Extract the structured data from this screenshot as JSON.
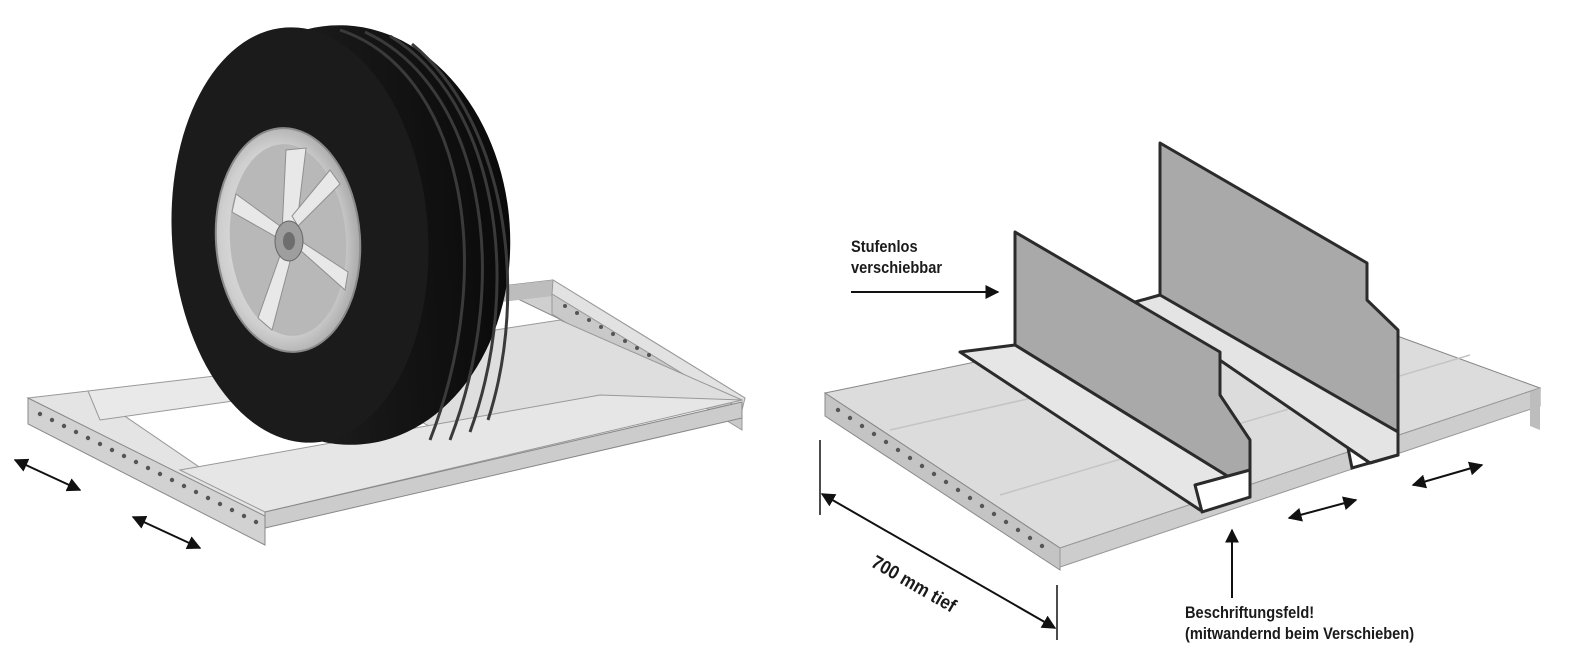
{
  "labels": {
    "stufenlos_line1": "Stufenlos",
    "stufenlos_line2": "verschiebbar",
    "depth": "700 mm tief",
    "beschriftung_line1": "Beschriftungsfeld!",
    "beschriftung_line2": "(mitwandernd beim Verschieben)"
  },
  "colors": {
    "outline": "#2b2b2b",
    "divider_fill": "#a9a9a9",
    "shelf_top": "#dcdcdc",
    "shelf_front": "#c4c4c4",
    "tire": "#1c1c1c",
    "rim": "#d2d2d2"
  },
  "icons": [
    "double-arrow-icon",
    "arrow-icon"
  ]
}
